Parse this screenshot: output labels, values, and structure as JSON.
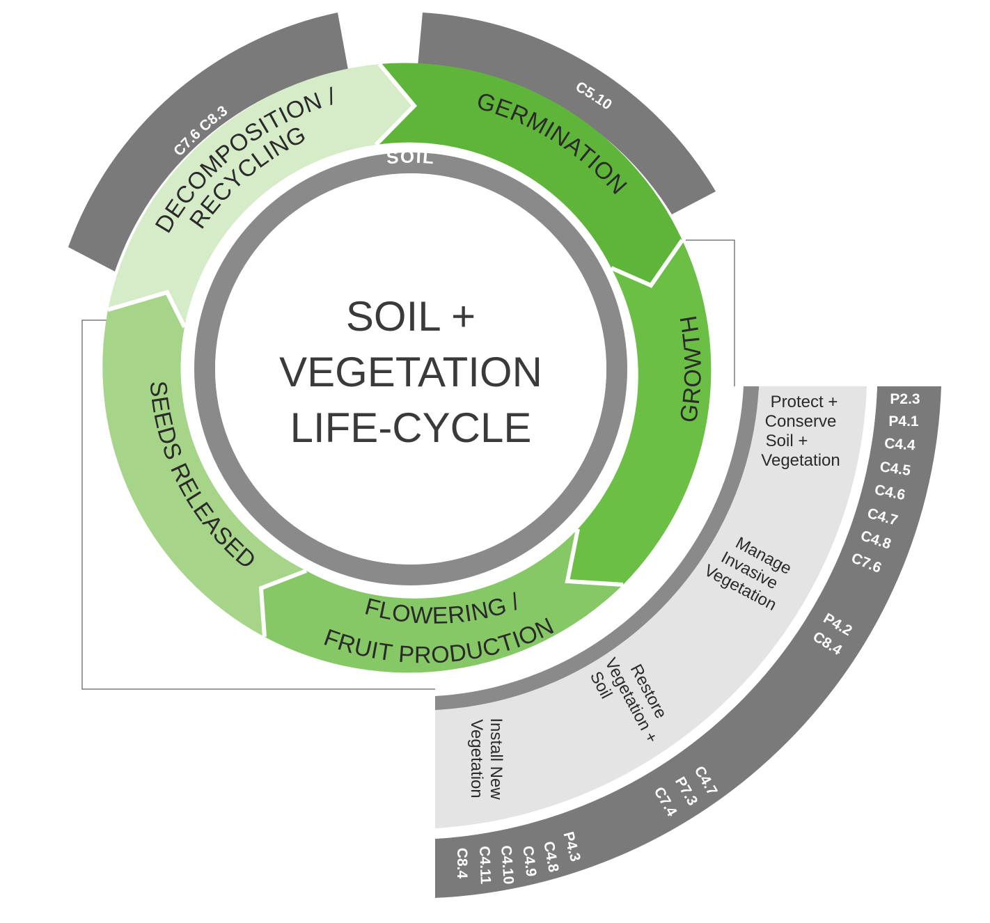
{
  "diagram": {
    "title_lines": [
      "SOIL +",
      "VEGETATION",
      "LIFE-CYCLE"
    ],
    "soil_ring_label": "SOIL",
    "colors": {
      "soil_ring": "#8a8a8a",
      "code_band": "#7a7a7a",
      "action_panel": "#e4e4e4",
      "germination": "#5fb53a",
      "growth": "#6cbf45",
      "flowering": "#86c865",
      "seeds_released": "#a6d58a",
      "decomposition": "#d6ecc8",
      "text_dark": "#2a2a2a",
      "text_light": "#ffffff"
    },
    "stages": [
      {
        "id": "germination",
        "label_lines": [
          "GERMINATION"
        ]
      },
      {
        "id": "growth",
        "label_lines": [
          "GROWTH"
        ]
      },
      {
        "id": "flowering",
        "label_lines": [
          "FLOWERING /",
          "FRUIT PRODUCTION"
        ]
      },
      {
        "id": "seeds_released",
        "label_lines": [
          "SEEDS RELEASED"
        ]
      },
      {
        "id": "decomposition",
        "label_lines": [
          "DECOMPOSITION /",
          "RECYCLING"
        ]
      }
    ],
    "stage_codes": {
      "decomposition": "C7.6 C8.3",
      "germination": "C5.10"
    },
    "actions": [
      {
        "id": "protect",
        "label_lines": [
          "Protect +",
          "Conserve",
          "Soil +",
          "Vegetation"
        ],
        "codes": [
          "P2.3",
          "P4.1",
          "C4.4",
          "C4.5",
          "C4.6",
          "C4.7",
          "C4.8",
          "C7.6"
        ]
      },
      {
        "id": "manage",
        "label_lines": [
          "Manage",
          "Invasive",
          "Vegetation"
        ],
        "codes": [
          "P4.2",
          "C8.4"
        ]
      },
      {
        "id": "restore",
        "label_lines": [
          "Restore",
          "Vegetation +",
          "Soil"
        ],
        "codes": [
          "C4.7",
          "P7.3",
          "C7.4"
        ]
      },
      {
        "id": "install",
        "label_lines": [
          "Install New",
          "Vegetation"
        ],
        "codes": [
          "P4.3",
          "C4.8",
          "C4.9",
          "C4.10",
          "C4.11",
          "C8.4"
        ]
      }
    ]
  }
}
